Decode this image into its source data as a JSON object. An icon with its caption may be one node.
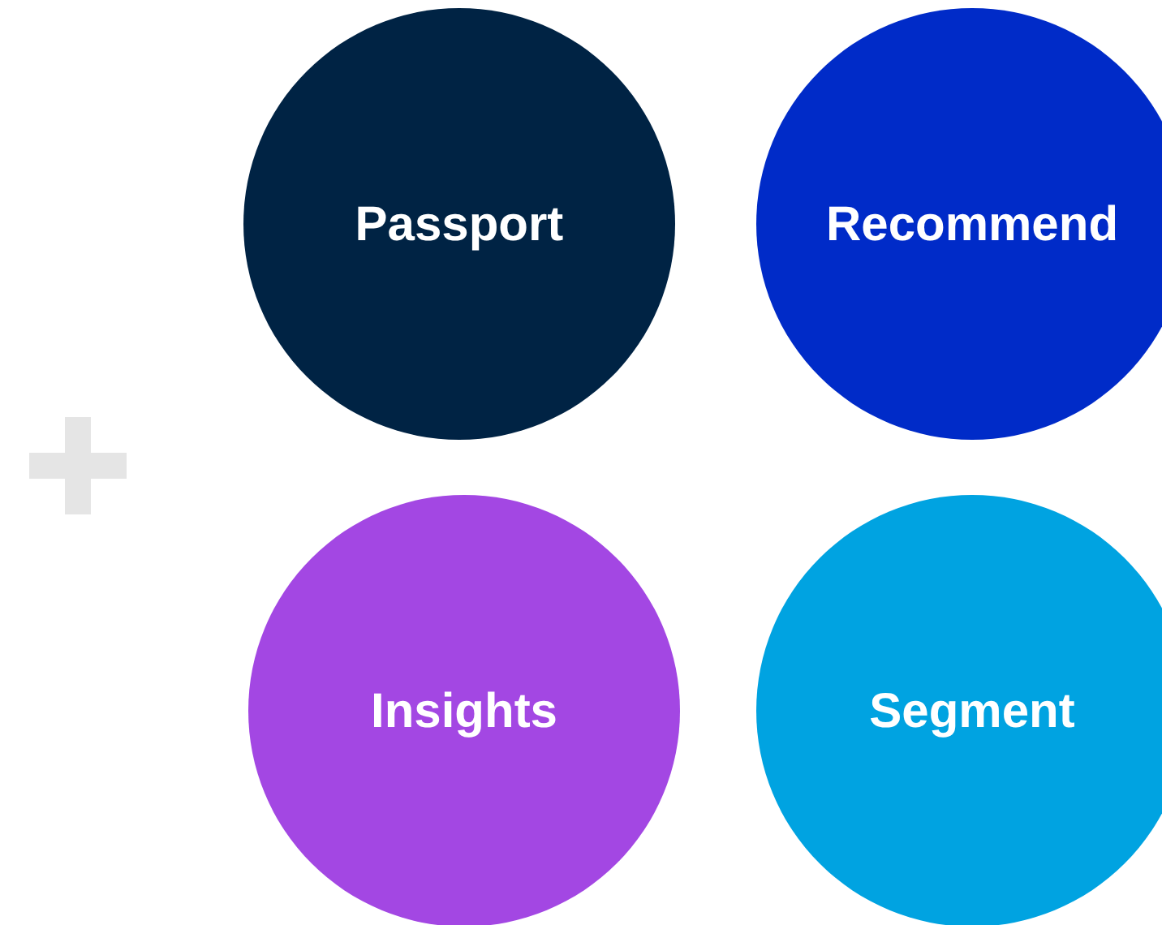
{
  "diagram": {
    "nodes": [
      {
        "text": [
          "Passport"
        ]
      },
      {
        "text": [
          "Recommend"
        ]
      },
      {
        "text": [
          "Insights"
        ]
      },
      {
        "text": [
          "Segment"
        ]
      }
    ]
  }
}
